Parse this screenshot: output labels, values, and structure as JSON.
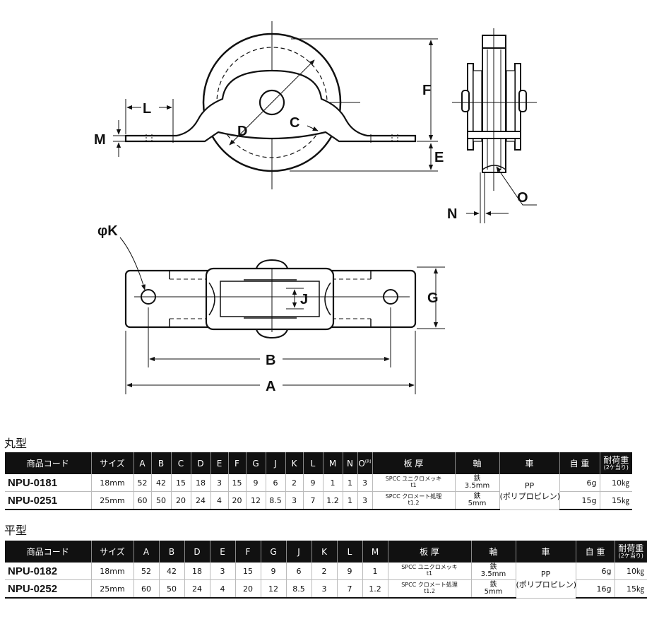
{
  "dimension_labels": {
    "L": "L",
    "M": "M",
    "D": "D",
    "C": "C",
    "F": "F",
    "E": "E",
    "O": "O",
    "N": "N",
    "K": "φK",
    "J": "J",
    "G": "G",
    "B": "B",
    "A": "A"
  },
  "round_type": {
    "title": "丸型",
    "headers": {
      "code": "商品コード",
      "size": "サイズ",
      "A": "A",
      "B": "B",
      "C": "C",
      "D": "D",
      "E": "E",
      "F": "F",
      "G": "G",
      "J": "J",
      "K": "K",
      "L": "L",
      "M": "M",
      "N": "N",
      "O": "O",
      "O_sup": "(R)",
      "plate": "板 厚",
      "axle": "軸",
      "wheel": "車",
      "weight": "自 重",
      "load": "耐荷重",
      "load_note": "(2ケ当り)"
    },
    "rows": [
      {
        "code": "NPU-0181",
        "size": "18mm",
        "A": "52",
        "B": "42",
        "C": "15",
        "D": "18",
        "E": "3",
        "F": "15",
        "G": "9",
        "J": "6",
        "K": "2",
        "L": "9",
        "M": "1",
        "N": "1",
        "O": "3",
        "plate_1": "SPCC ユニクロメッキ",
        "plate_2": "t1",
        "axle_1": "鉄",
        "axle_2": "3.5mm",
        "weight": "6g",
        "load": "10㎏"
      },
      {
        "code": "NPU-0251",
        "size": "25mm",
        "A": "60",
        "B": "50",
        "C": "20",
        "D": "24",
        "E": "4",
        "F": "20",
        "G": "12",
        "J": "8.5",
        "K": "3",
        "L": "7",
        "M": "1.2",
        "N": "1",
        "O": "3",
        "plate_1": "SPCC クロメート処理",
        "plate_2": "t1.2",
        "axle_1": "鉄",
        "axle_2": "5mm",
        "weight": "15g",
        "load": "15㎏"
      }
    ],
    "wheel_1": "PP",
    "wheel_2": "(ポリプロピレン)"
  },
  "flat_type": {
    "title": "平型",
    "headers": {
      "code": "商品コード",
      "size": "サイズ",
      "A": "A",
      "B": "B",
      "D": "D",
      "E": "E",
      "F": "F",
      "G": "G",
      "J": "J",
      "K": "K",
      "L": "L",
      "M": "M",
      "plate": "板 厚",
      "axle": "軸",
      "wheel": "車",
      "weight": "自 重",
      "load": "耐荷重",
      "load_note": "(2ケ当り)"
    },
    "rows": [
      {
        "code": "NPU-0182",
        "size": "18mm",
        "A": "52",
        "B": "42",
        "D": "18",
        "E": "3",
        "F": "15",
        "G": "9",
        "J": "6",
        "K": "2",
        "L": "9",
        "M": "1",
        "plate_1": "SPCC ユニクロメッキ",
        "plate_2": "t1",
        "axle_1": "鉄",
        "axle_2": "3.5mm",
        "weight": "6g",
        "load": "10㎏"
      },
      {
        "code": "NPU-0252",
        "size": "25mm",
        "A": "60",
        "B": "50",
        "D": "24",
        "E": "4",
        "F": "20",
        "G": "12",
        "J": "8.5",
        "K": "3",
        "L": "7",
        "M": "1.2",
        "plate_1": "SPCC クロメート処理",
        "plate_2": "t1.2",
        "axle_1": "鉄",
        "axle_2": "5mm",
        "weight": "16g",
        "load": "15㎏"
      }
    ],
    "wheel_1": "PP",
    "wheel_2": "(ポリプロピレン)"
  }
}
